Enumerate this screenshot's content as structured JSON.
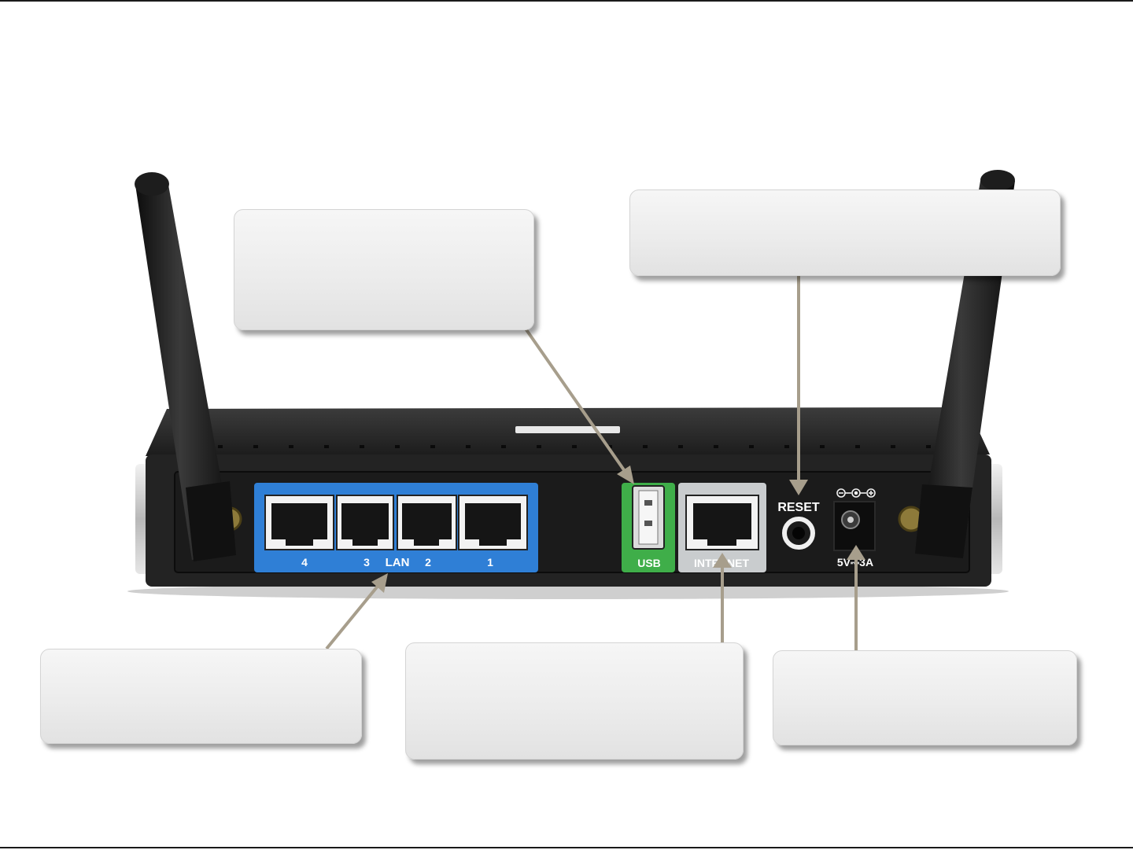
{
  "ports": {
    "lan": {
      "label": "LAN",
      "numbers": [
        "4",
        "3",
        "2",
        "1"
      ]
    },
    "usb": {
      "label": "USB"
    },
    "internet": {
      "label": "INTERNET"
    },
    "reset": {
      "label": "RESET"
    },
    "power": {
      "label": "5V⎓3A"
    }
  },
  "colors": {
    "lan_panel": "#2f7fd6",
    "usb_panel": "#3fae49",
    "internet_panel": "#c9ccce",
    "chassis": "#232323",
    "callout_line": "#a79e8c"
  }
}
